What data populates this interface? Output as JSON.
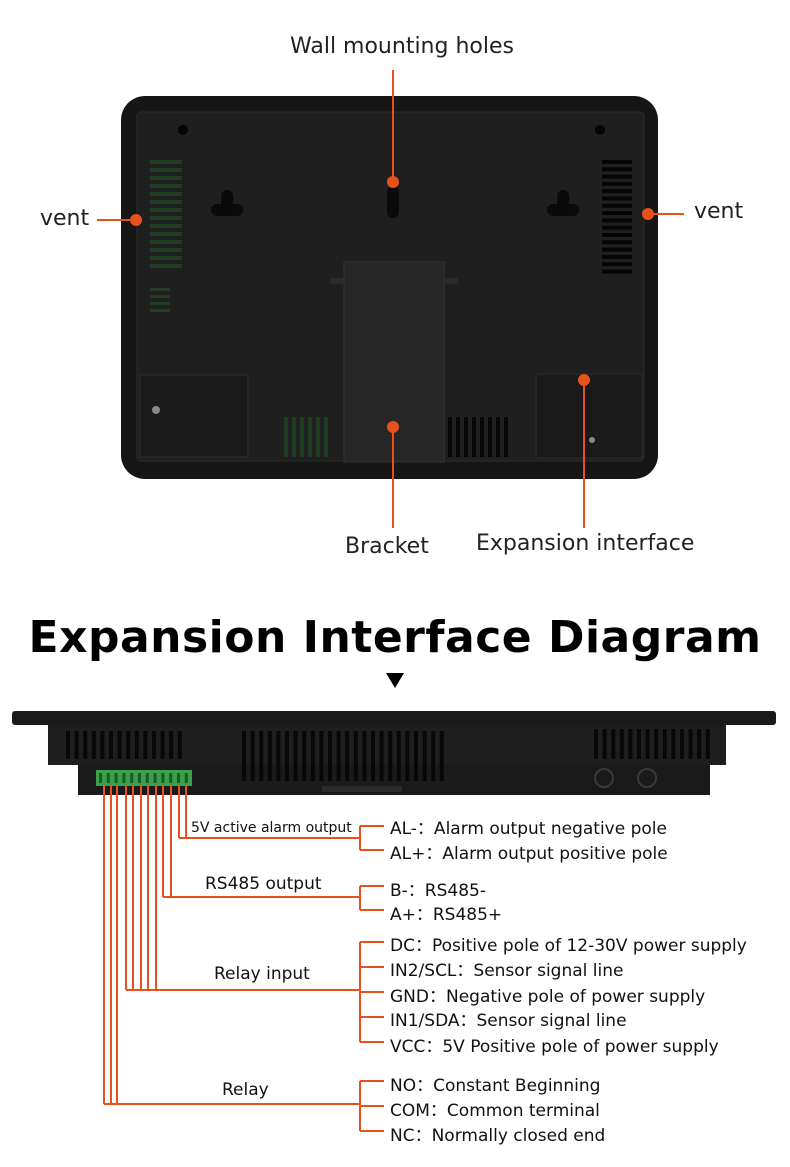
{
  "labels": {
    "wall_mounting_holes": "Wall mounting holes",
    "vent_left": "vent",
    "vent_right": "vent",
    "bracket": "Bracket",
    "expansion_interface": "Expansion interface"
  },
  "section_title": "Expansion Interface Diagram",
  "groups": [
    {
      "id": "alarm",
      "name": "5V active alarm output",
      "pins": [
        "AL-：Alarm output negative pole",
        "AL+：Alarm output positive pole"
      ]
    },
    {
      "id": "rs485",
      "name": "RS485 output",
      "pins": [
        "B-：RS485-",
        "A+：RS485+"
      ]
    },
    {
      "id": "relay-input",
      "name": "Relay input",
      "pins": [
        "DC：Positive pole of 12-30V power supply",
        "IN2/SCL：Sensor signal line",
        "GND：Negative pole of power supply",
        "IN1/SDA：Sensor signal line",
        "VCC：5V Positive pole of power supply"
      ]
    },
    {
      "id": "relay",
      "name": "Relay",
      "pins": [
        "NO：Constant Beginning",
        "COM：Common terminal",
        "NC：Normally closed end"
      ]
    }
  ],
  "colors": {
    "accent": "#e8501c",
    "device": "#1c1c1c",
    "terminal": "#3aa04a"
  }
}
